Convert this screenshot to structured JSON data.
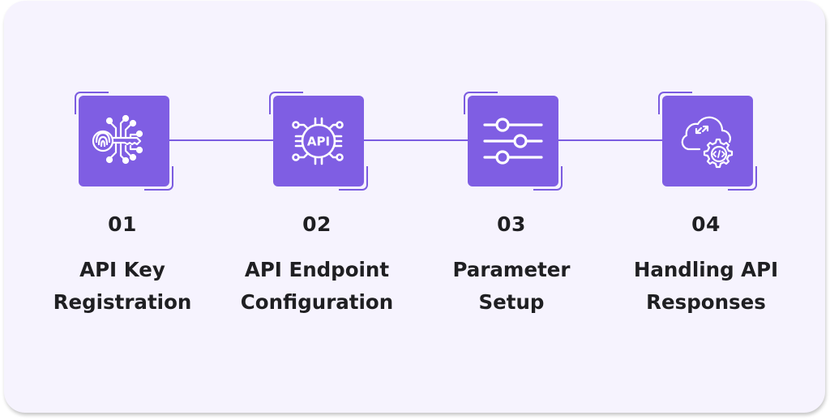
{
  "diagram": {
    "type": "process-steps",
    "accent_color": "#7f5ee3",
    "background_color": "#f6f3fe",
    "text_color": "#1f1f22",
    "steps": [
      {
        "number": "01",
        "title_line1": "API Key",
        "title_line2": "Registration",
        "icon": "fingerprint-key-circuit-icon"
      },
      {
        "number": "02",
        "title_line1": "API Endpoint",
        "title_line2": "Configuration",
        "icon": "api-chip-icon"
      },
      {
        "number": "03",
        "title_line1": "Parameter",
        "title_line2": "Setup",
        "icon": "sliders-icon"
      },
      {
        "number": "04",
        "title_line1": "Handling API",
        "title_line2": "Responses",
        "icon": "cloud-code-gear-icon"
      }
    ],
    "icon_text": {
      "api": "API"
    }
  }
}
